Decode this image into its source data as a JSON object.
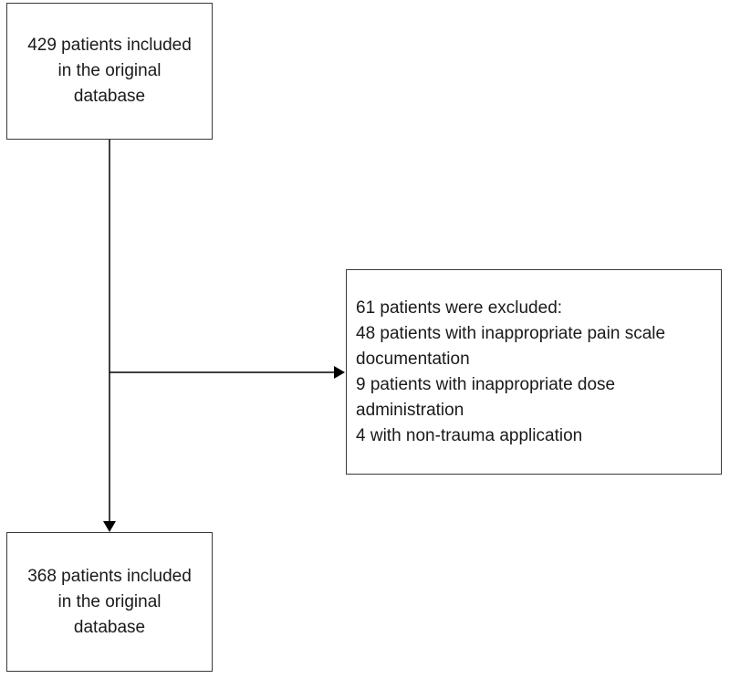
{
  "nodes": {
    "start": {
      "lines": [
        "429 patients included",
        "in the original",
        "database"
      ]
    },
    "excluded": {
      "lines": [
        "61 patients were excluded:",
        "48 patients with inappropriate pain scale",
        "documentation",
        "9 patients with inappropriate dose",
        "administration",
        "4 with non-trauma application"
      ]
    },
    "final": {
      "lines": [
        "368 patients included",
        "in the original",
        "database"
      ]
    }
  },
  "colors": {
    "border": "#3a3a3a",
    "connector": "#000000"
  }
}
